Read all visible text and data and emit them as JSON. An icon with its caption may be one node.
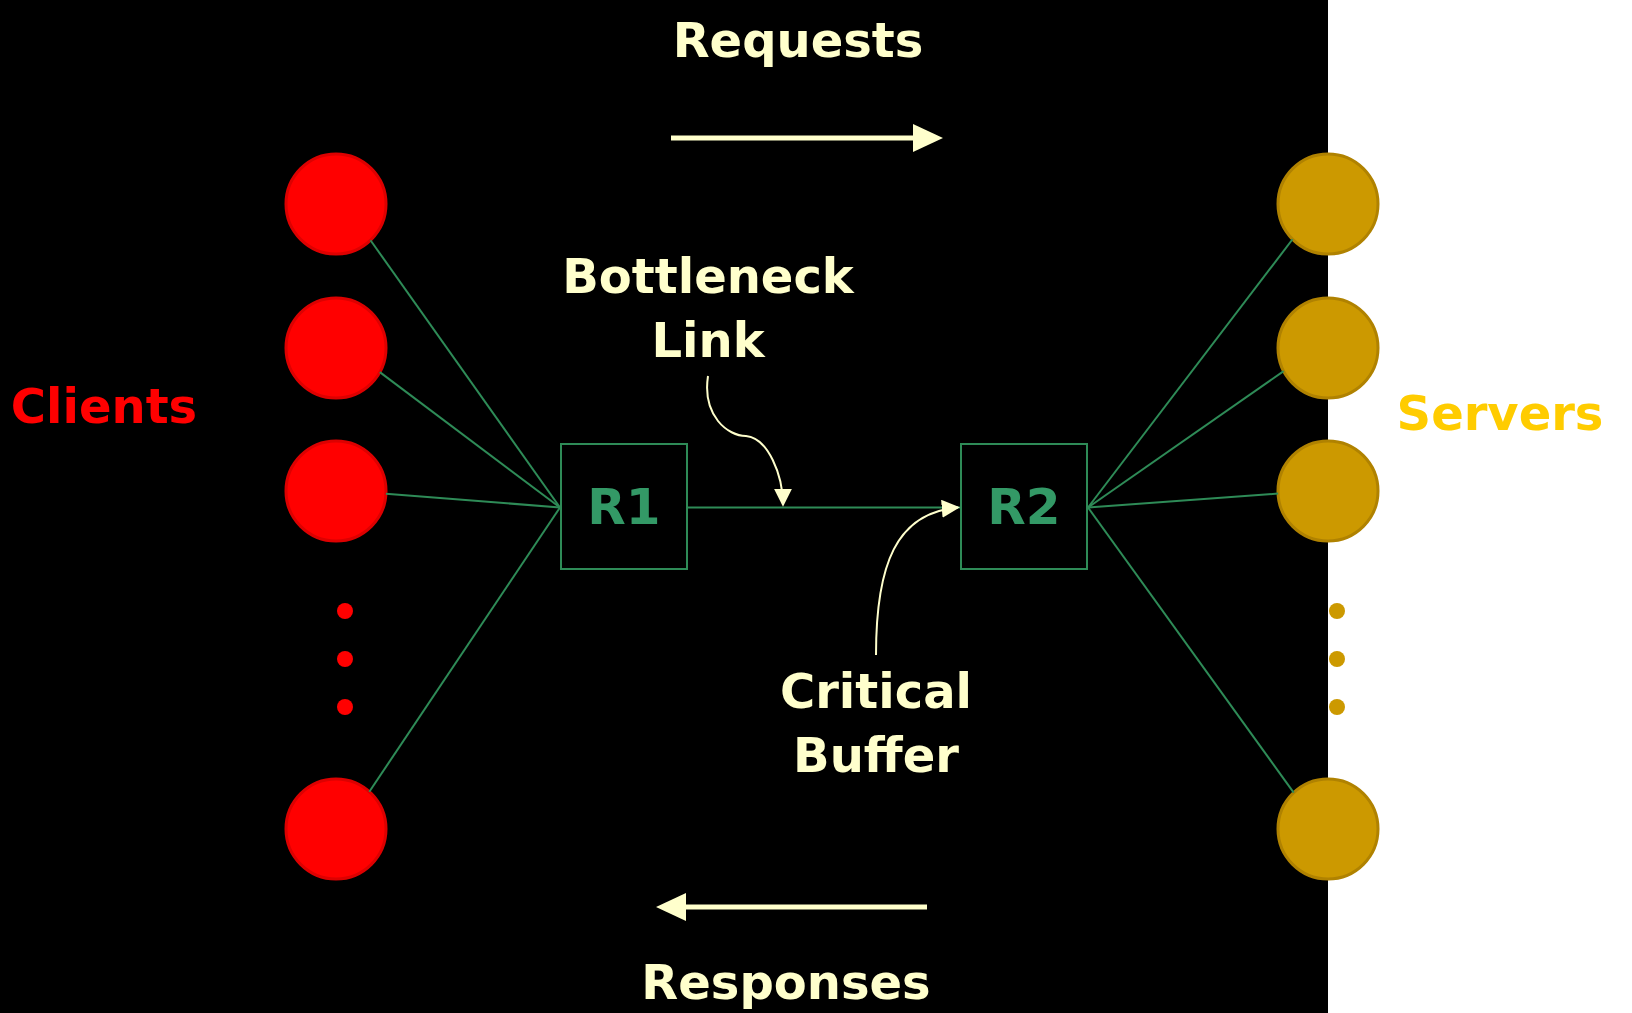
{
  "diagram": {
    "nodes": [
      {
        "text": [],
        "shape": "circle"
      },
      {
        "text": [],
        "shape": "circle"
      },
      {
        "text": [],
        "shape": "circle"
      },
      {
        "text": [],
        "shape": "circle"
      },
      {
        "text": [
          "R1"
        ]
      },
      {
        "text": [
          "R2"
        ]
      },
      {
        "text": [],
        "shape": "circle"
      },
      {
        "text": [],
        "shape": "circle"
      },
      {
        "text": [],
        "shape": "circle"
      },
      {
        "text": [],
        "shape": "circle"
      },
      {
        "text": [
          "Bottleneck Link"
        ]
      },
      {
        "text": [
          "Critical Buffer"
        ]
      }
    ],
    "edges": [
      {
        "from": 0,
        "to": 4,
        "arrow": "none"
      },
      {
        "from": 1,
        "to": 4,
        "arrow": "none"
      },
      {
        "from": 2,
        "to": 4,
        "arrow": "none"
      },
      {
        "from": 3,
        "to": 4,
        "arrow": "none"
      },
      {
        "from": 4,
        "to": 5,
        "arrow": "none"
      },
      {
        "from": 5,
        "to": 6,
        "arrow": "none"
      },
      {
        "from": 5,
        "to": 7,
        "arrow": "none"
      },
      {
        "from": 5,
        "to": 8,
        "arrow": "none"
      },
      {
        "from": 5,
        "to": 9,
        "arrow": "none"
      },
      {
        "from": 10,
        "to": null,
        "arrow": "to",
        "color": "#ffffcc"
      },
      {
        "from": 11,
        "to": 5,
        "arrow": "to",
        "color": "#ffffcc"
      }
    ],
    "labels": [
      "Requests",
      "Clients",
      "Servers",
      "Responses"
    ]
  }
}
